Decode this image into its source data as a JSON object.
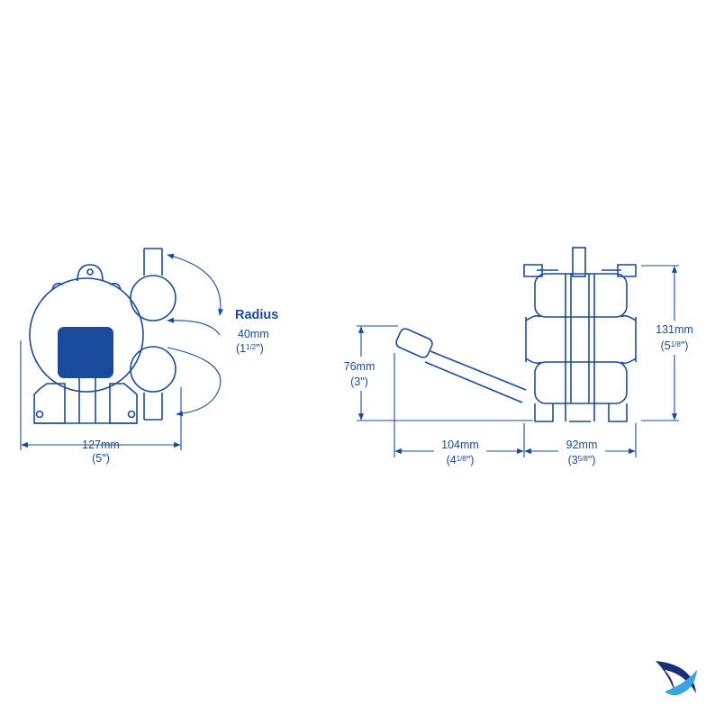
{
  "colors": {
    "line": "#1a4a9c",
    "fill": "#1a4a9c",
    "background": "#ffffff"
  },
  "front_view": {
    "radius_label": "Radius",
    "radius_mm": "40mm",
    "radius_in_whole": "(1",
    "radius_in_frac": "1/2",
    "radius_in_close": "\")",
    "width_mm": "127mm",
    "width_in": "(5\")"
  },
  "side_view": {
    "height_left_mm": "76mm",
    "height_left_in": "(3\")",
    "height_right_mm": "131mm",
    "height_right_in_whole": "(5",
    "height_right_in_frac": "1/8",
    "height_right_in_close": "\")",
    "handle_length_mm": "104mm",
    "handle_length_in_whole": "(4",
    "handle_length_in_frac": "1/8",
    "handle_length_in_close": "\")",
    "depth_mm": "92mm",
    "depth_in_whole": "(3",
    "depth_in_frac": "5/8",
    "depth_in_close": "\")"
  },
  "logo": {
    "name": "brand-swoosh-logo"
  }
}
